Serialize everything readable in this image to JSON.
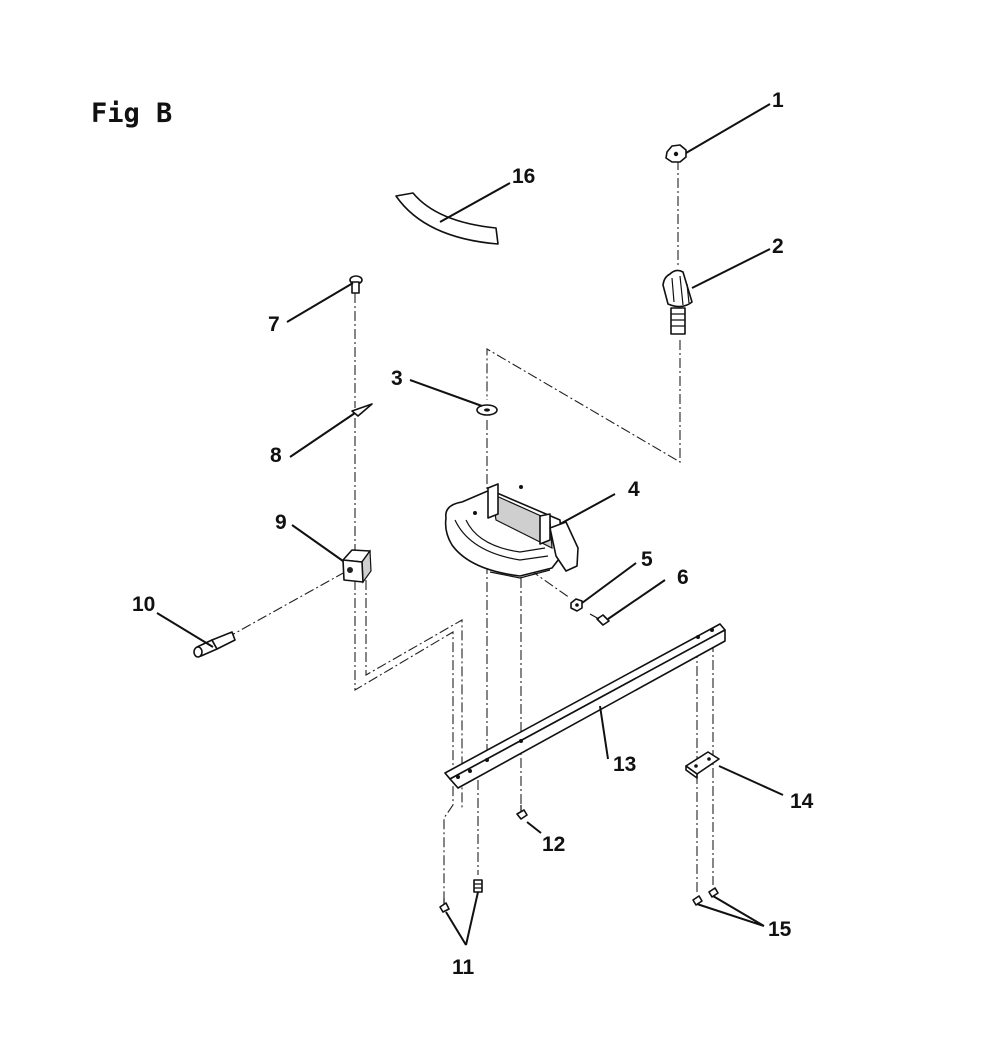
{
  "figure": {
    "title": "Fig B"
  },
  "callouts": {
    "c1": "1",
    "c2": "2",
    "c3": "3",
    "c4": "4",
    "c5": "5",
    "c6": "6",
    "c7": "7",
    "c8": "8",
    "c9": "9",
    "c10": "10",
    "c11": "11",
    "c12": "12",
    "c13": "13",
    "c14": "14",
    "c15": "15",
    "c16": "16"
  }
}
